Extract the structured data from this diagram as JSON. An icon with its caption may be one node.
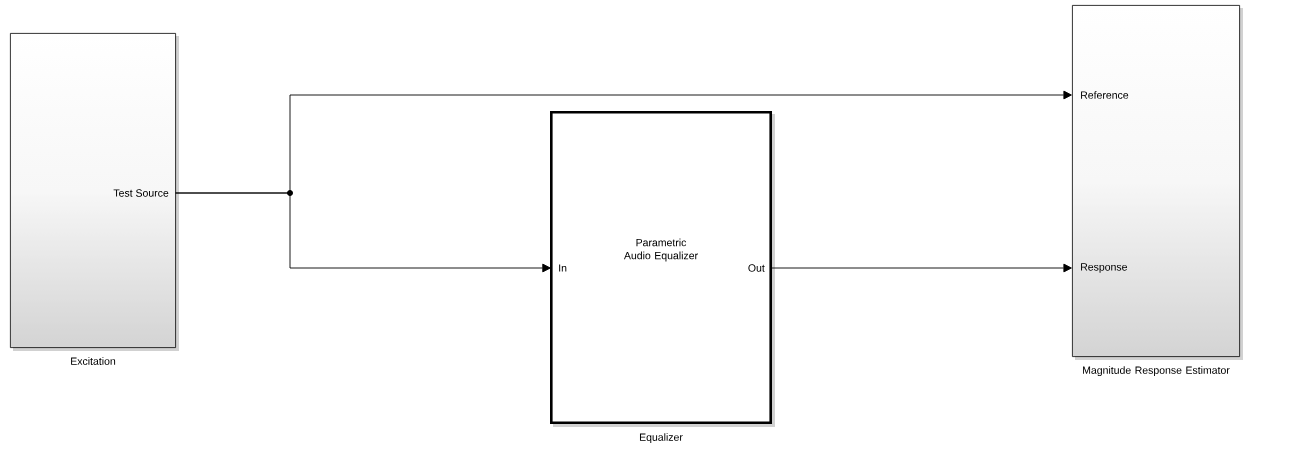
{
  "diagram": {
    "nodes": [
      {
        "text": [
          "Test Source"
        ],
        "beside": [
          "Excitation"
        ]
      },
      {
        "text": [
          "In",
          "Parametric Audio Equalizer",
          "Out"
        ],
        "beside": [
          "Equalizer"
        ]
      },
      {
        "text": [
          "Reference",
          "Response"
        ],
        "beside": [
          "Magnitude Response Estimator"
        ]
      }
    ],
    "edges": [
      {
        "from": 0,
        "to": 2,
        "arrow": "to"
      },
      {
        "from": 0,
        "to": 1,
        "arrow": "to"
      },
      {
        "from": 1,
        "to": 2,
        "arrow": "to"
      }
    ]
  }
}
